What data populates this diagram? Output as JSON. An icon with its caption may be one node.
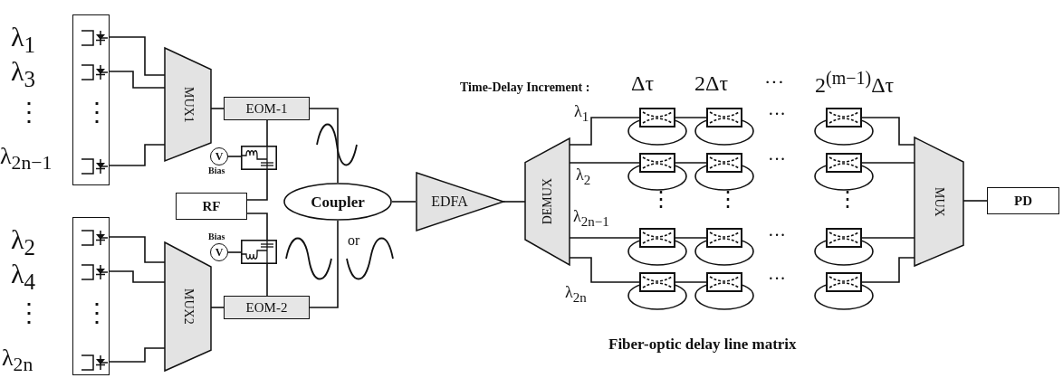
{
  "diagram": {
    "caption": "Fiber-optic delay line matrix",
    "nodes": [
      {
        "text": [],
        "shape": "box"
      },
      {
        "text": [],
        "shape": "box"
      },
      {
        "text": [],
        "shape": "diode",
        "in": 0
      },
      {
        "text": [],
        "shape": "diode",
        "in": 0
      },
      {
        "text": [],
        "shape": "diode",
        "in": 0
      },
      {
        "text": [],
        "shape": "diode",
        "in": 1
      },
      {
        "text": [],
        "shape": "diode",
        "in": 1
      },
      {
        "text": [],
        "shape": "diode",
        "in": 1
      },
      {
        "text": [
          "MUX1"
        ]
      },
      {
        "text": [
          "MUX2"
        ]
      },
      {
        "text": [
          "EOM-1"
        ]
      },
      {
        "text": [
          "V"
        ],
        "beside": [
          "Bias"
        ]
      },
      {
        "text": [],
        "shape": "box"
      },
      {
        "text": [
          "RF"
        ]
      },
      {
        "text": [
          "V"
        ],
        "beside": [
          "Bias"
        ]
      },
      {
        "text": [],
        "shape": "box"
      },
      {
        "text": [
          "EOM-2"
        ]
      },
      {
        "text": [
          "Coupler"
        ]
      },
      {
        "text": [
          "EDFA"
        ]
      },
      {
        "text": [
          "DEMUX"
        ]
      },
      {
        "text": [],
        "shape": "box"
      },
      {
        "text": [],
        "shape": "box"
      },
      {
        "text": [],
        "shape": "box"
      },
      {
        "text": [],
        "shape": "box"
      },
      {
        "text": [],
        "shape": "box"
      },
      {
        "text": [],
        "shape": "box"
      },
      {
        "text": [],
        "shape": "box"
      },
      {
        "text": [],
        "shape": "box"
      },
      {
        "text": [],
        "shape": "box"
      },
      {
        "text": [],
        "shape": "box"
      },
      {
        "text": [],
        "shape": "box"
      },
      {
        "text": [],
        "shape": "box"
      },
      {
        "text": [
          "MUX"
        ]
      },
      {
        "text": [
          "PD"
        ]
      }
    ],
    "edges": [
      {
        "from": 2,
        "to": 8,
        "arrow": "none"
      },
      {
        "from": 3,
        "to": 8,
        "arrow": "none"
      },
      {
        "from": 4,
        "to": 8,
        "arrow": "none"
      },
      {
        "from": 5,
        "to": 9,
        "arrow": "none"
      },
      {
        "from": 6,
        "to": 9,
        "arrow": "none"
      },
      {
        "from": 7,
        "to": 9,
        "arrow": "none"
      },
      {
        "from": 8,
        "to": 10,
        "arrow": "none"
      },
      {
        "from": 9,
        "to": 16,
        "arrow": "none"
      },
      {
        "from": 11,
        "to": 12,
        "arrow": "none"
      },
      {
        "from": 12,
        "to": 10,
        "arrow": "none"
      },
      {
        "from": 13,
        "to": 12,
        "arrow": "none"
      },
      {
        "from": 13,
        "to": 15,
        "arrow": "none"
      },
      {
        "from": 14,
        "to": 15,
        "arrow": "none"
      },
      {
        "from": 15,
        "to": 16,
        "arrow": "none"
      },
      {
        "from": 10,
        "to": 17,
        "arrow": "none"
      },
      {
        "from": 16,
        "to": 17,
        "arrow": "none"
      },
      {
        "from": 17,
        "to": 18,
        "arrow": "none"
      },
      {
        "from": 18,
        "to": 19,
        "arrow": "none"
      },
      {
        "from": 19,
        "to": 20,
        "arrow": "none"
      },
      {
        "from": 19,
        "to": 23,
        "arrow": "none"
      },
      {
        "from": 19,
        "to": 26,
        "arrow": "none"
      },
      {
        "from": 19,
        "to": 29,
        "arrow": "none"
      },
      {
        "from": 20,
        "to": 21,
        "arrow": "none"
      },
      {
        "from": 23,
        "to": 24,
        "arrow": "none"
      },
      {
        "from": 26,
        "to": 27,
        "arrow": "none"
      },
      {
        "from": 29,
        "to": 30,
        "arrow": "none"
      },
      {
        "from": 22,
        "to": 32,
        "arrow": "none"
      },
      {
        "from": 25,
        "to": 32,
        "arrow": "none"
      },
      {
        "from": 28,
        "to": 32,
        "arrow": "none"
      },
      {
        "from": 31,
        "to": 32,
        "arrow": "none"
      },
      {
        "from": 32,
        "to": 33,
        "arrow": "none"
      }
    ],
    "labels": [
      "Time-Delay Increment :",
      "Δτ",
      "2Δτ",
      "···",
      "2$^{(m−1)}$Δτ",
      "λ$_{1}$",
      "λ$_{3}$",
      "⋮",
      "⋮",
      "λ$_{2n−1}$",
      "λ$_{1}$",
      "···",
      "λ$_{2}$",
      "···",
      "⋮",
      "⋮",
      "⋮",
      "λ$_{2}$",
      "λ$_{2n−1}$",
      "···",
      "or",
      "λ$_{4}$",
      "···",
      "λ$_{2n}$",
      "⋮",
      "⋮",
      "λ$_{2n}$"
    ]
  }
}
